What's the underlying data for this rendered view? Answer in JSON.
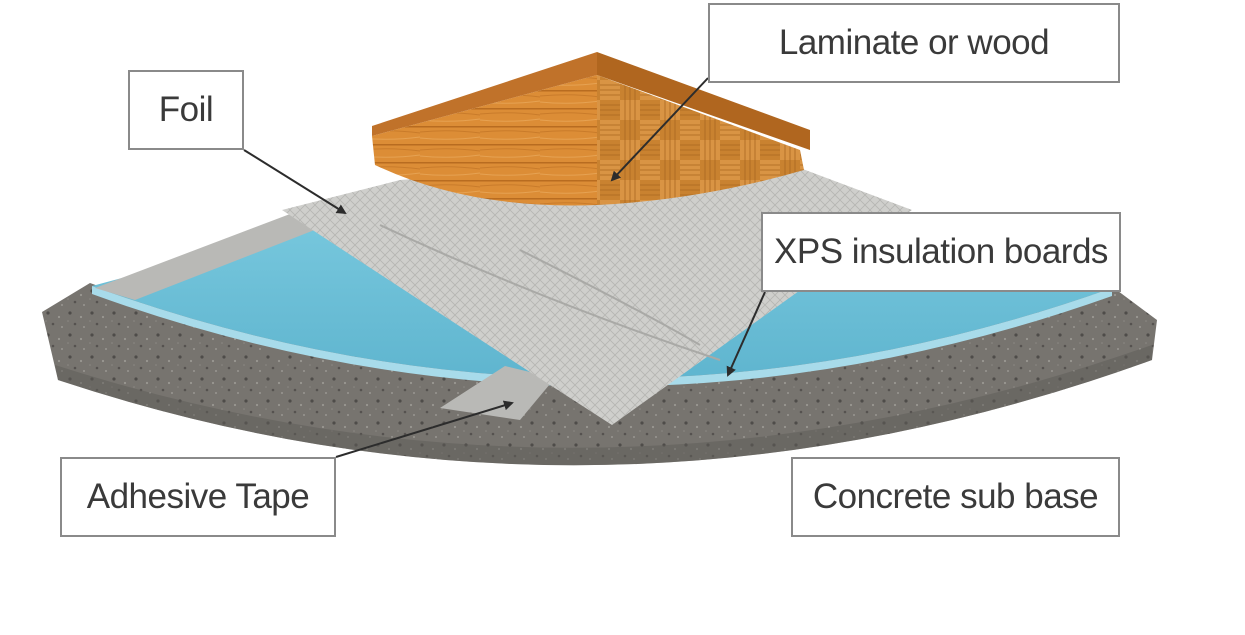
{
  "labels": {
    "laminate": "Laminate or wood",
    "foil": "Foil",
    "xps": "XPS insulation boards",
    "tape": "Adhesive Tape",
    "concrete": "Concrete sub base"
  },
  "colors": {
    "concrete": "#77746f",
    "concrete_dark": "#5e5b57",
    "xps": "#6fc1d9",
    "xps_edge": "#9fd6e6",
    "foil": "#c9c9c6",
    "tape": "#b9b9b6",
    "wood_plank": "#d98a32",
    "wood_parquet": "#c77d2c",
    "skirting": "#c0722a",
    "arrow": "#2c2c2c",
    "label_border": "#8a8a8a",
    "label_text": "#3a3a3a"
  }
}
